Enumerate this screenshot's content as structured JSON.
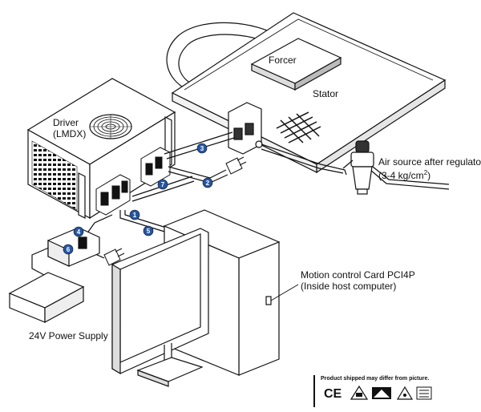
{
  "labels": {
    "forcer": "Forcer",
    "stator": "Stator",
    "driver_line1": "Driver",
    "driver_line2": "(LMDX)",
    "air_line1": "Air source after regulator",
    "air_line2_prefix": "(3-4 kg/cm",
    "air_line2_sup": "2",
    "air_line2_suffix": ")",
    "motion_line1": "Motion control Card PCI4P",
    "motion_line2": "(Inside host computer)",
    "power": "24V Power Supply",
    "disclaimer": "Product shipped may differ from picture."
  },
  "callouts": [
    "1",
    "2",
    "3",
    "4",
    "5",
    "6",
    "7"
  ],
  "cert_marks": [
    "CE"
  ],
  "colors": {
    "line": "#111111",
    "callout_fill": "#2456a4",
    "background": "#ffffff"
  }
}
